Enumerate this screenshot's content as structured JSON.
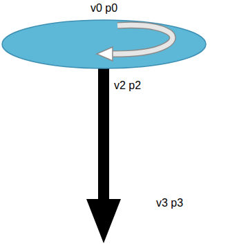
{
  "diagram": {
    "nodes": [
      {
        "text": [
          "v0 p0"
        ]
      }
    ],
    "labels": [
      "v2 p2",
      "v3 p3"
    ]
  }
}
